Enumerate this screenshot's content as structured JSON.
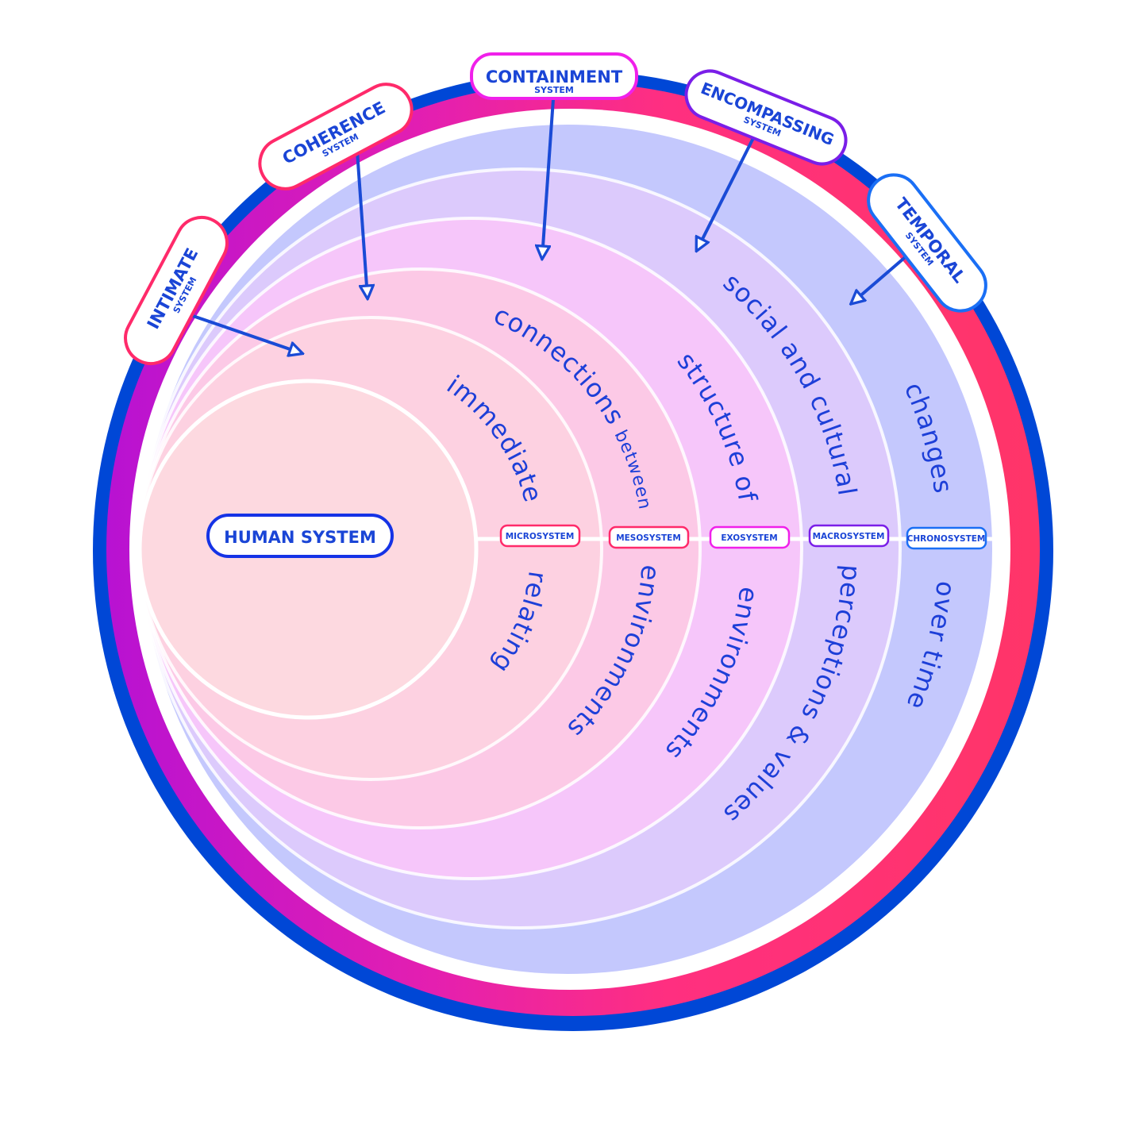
{
  "center": {
    "label": "HUMAN SYSTEM"
  },
  "tags": [
    {
      "title": "INTIMATE",
      "sub": "SYSTEM",
      "color": "#ff2a6a"
    },
    {
      "title": "COHERENCE",
      "sub": "SYSTEM",
      "color": "#ff2a6a"
    },
    {
      "title": "CONTAINMENT",
      "sub": "SYSTEM",
      "color": "#f020ea"
    },
    {
      "title": "ENCOMPASSING",
      "sub": "SYSTEM",
      "color": "#7a1ee8"
    },
    {
      "title": "TEMPORAL",
      "sub": "SYSTEM",
      "color": "#1a6ff5"
    }
  ],
  "levels": [
    {
      "label": "MICROSYSTEM",
      "color": "#ff2a6a",
      "fill": "#fdd1e1",
      "upper": "immediate",
      "lower": "relating"
    },
    {
      "label": "MESOSYSTEM",
      "color": "#ff2a6a",
      "fill": "#fcc9e6",
      "upper": "connections",
      "upper_small": "between",
      "lower": "environments"
    },
    {
      "label": "EXOSYSTEM",
      "color": "#f020ea",
      "fill": "#f6c6fa",
      "upper": "structure of",
      "lower": "environments"
    },
    {
      "label": "MACROSYSTEM",
      "color": "#7a1ee8",
      "fill": "#dccafc",
      "upper": "social and cultural",
      "lower": "perceptions & values"
    },
    {
      "label": "CHRONOSYSTEM",
      "color": "#1a6ff5",
      "fill": "#c4c8fd",
      "upper": "changes",
      "lower": "over time"
    }
  ],
  "colors": {
    "outer_ring": "#0047d6",
    "ring_left": "#c012cc",
    "ring_right": "#ff3568",
    "text": "#1a45d6",
    "human_fill": "#fdd9e0"
  }
}
